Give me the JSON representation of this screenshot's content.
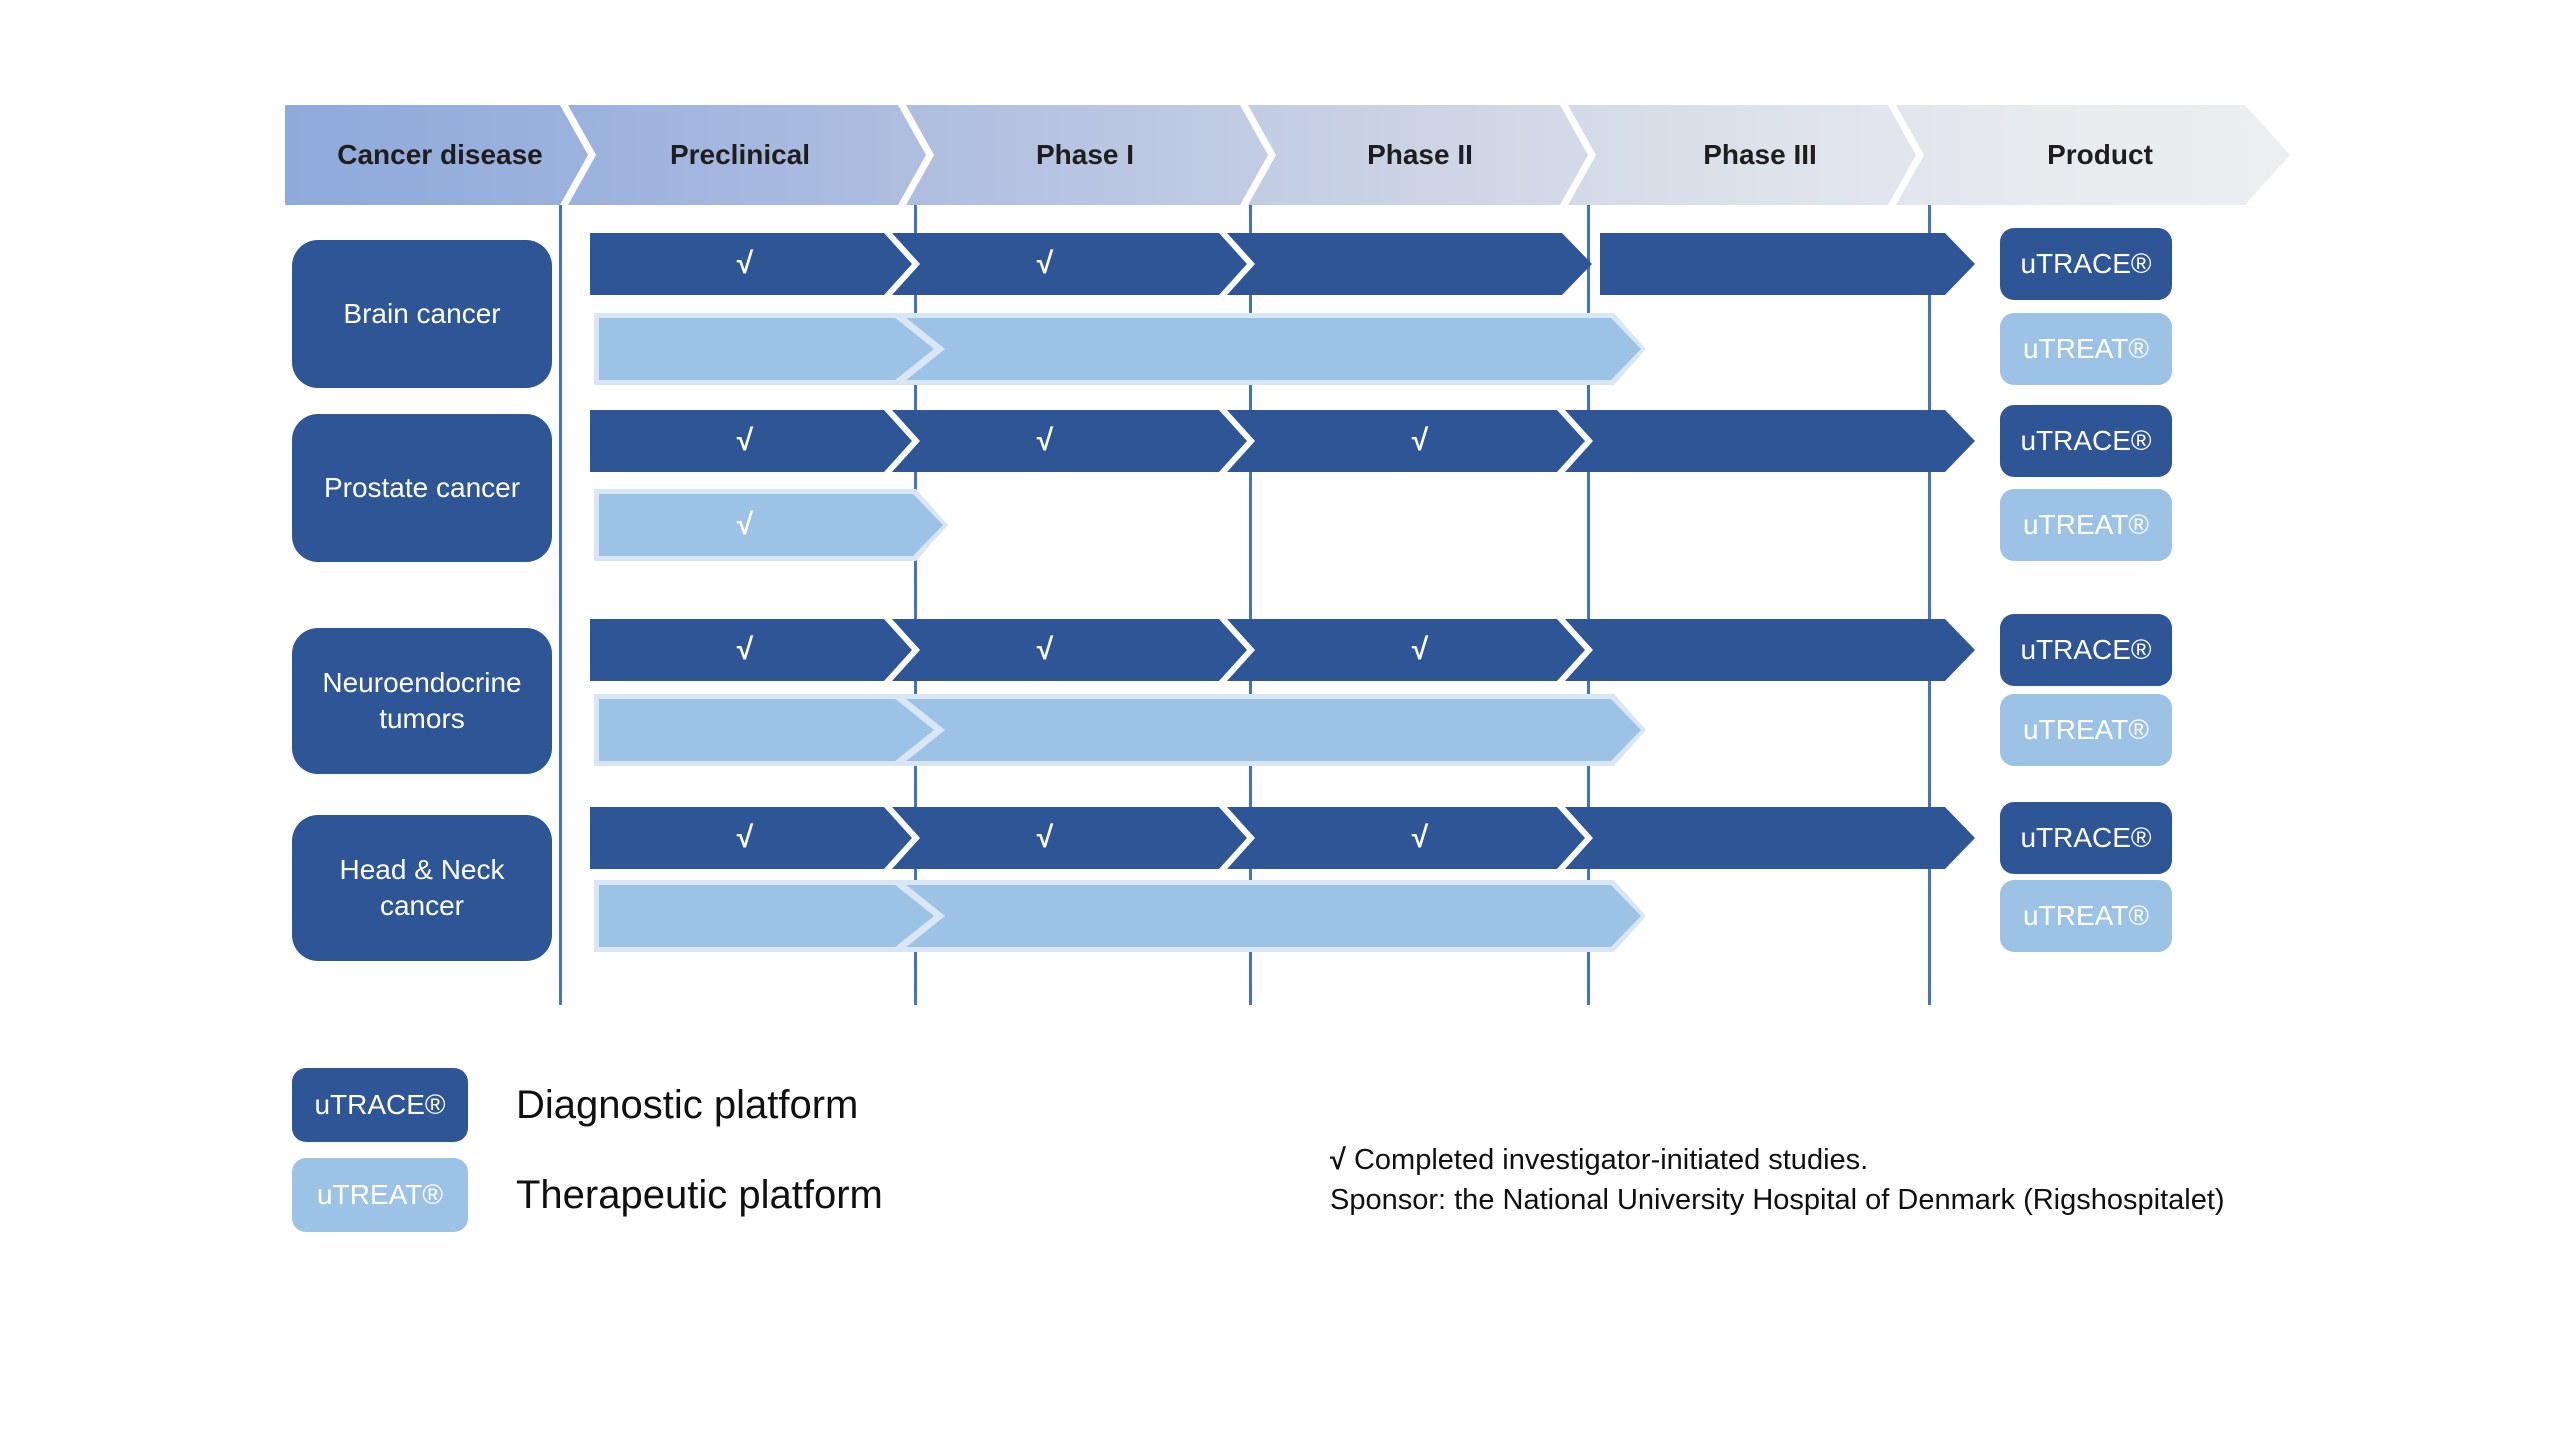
{
  "header": {
    "stages": [
      "Cancer disease",
      "Preclinical",
      "Phase I",
      "Phase II",
      "Phase III",
      "Product"
    ]
  },
  "rows": [
    {
      "disease": "Brain cancer",
      "trace": {
        "product": "uTRACE®",
        "extent": "Preclinical to Phase III",
        "seg_checks": [
          "√",
          "√",
          "",
          ""
        ]
      },
      "treat": {
        "product": "uTREAT®",
        "extent": "Preclinical to Phase II",
        "seg_checks": [
          "",
          "",
          "",
          ""
        ]
      }
    },
    {
      "disease": "Prostate cancer",
      "trace": {
        "product": "uTRACE®",
        "extent": "Preclinical to Phase III",
        "seg_checks": [
          "√",
          "√",
          "√",
          ""
        ]
      },
      "treat": {
        "product": "uTREAT®",
        "extent": "Preclinical",
        "seg_checks": [
          "√",
          "",
          "",
          ""
        ]
      }
    },
    {
      "disease": "Neuroendocrine tumors",
      "trace": {
        "product": "uTRACE®",
        "extent": "Preclinical to Phase III",
        "seg_checks": [
          "√",
          "√",
          "√",
          ""
        ]
      },
      "treat": {
        "product": "uTREAT®",
        "extent": "Preclinical to Phase II",
        "seg_checks": [
          "",
          "",
          "",
          ""
        ]
      }
    },
    {
      "disease": "Head & Neck cancer",
      "trace": {
        "product": "uTRACE®",
        "extent": "Preclinical to Phase III",
        "seg_checks": [
          "√",
          "√",
          "√",
          ""
        ]
      },
      "treat": {
        "product": "uTREAT®",
        "extent": "Preclinical to Phase II",
        "seg_checks": [
          "",
          "",
          "",
          ""
        ]
      }
    }
  ],
  "legend": [
    {
      "badge": "uTRACE®",
      "label": "Diagnostic platform"
    },
    {
      "badge": "uTREAT®",
      "label": "Therapeutic platform"
    }
  ],
  "footnote": {
    "mark": "√",
    "line1": "Completed investigator-initiated studies.",
    "line2": "Sponsor: the National University Hospital of Denmark (Rigshospitalet)"
  },
  "colors": {
    "dark_blue": "#2E5596",
    "light_blue": "#9CC3E6",
    "pale_border": "#D9E7F5",
    "gridline_blue": "#4472C4",
    "header_gradient_start": "#8EA9DB",
    "header_gradient_end": "#EDEEF0"
  }
}
